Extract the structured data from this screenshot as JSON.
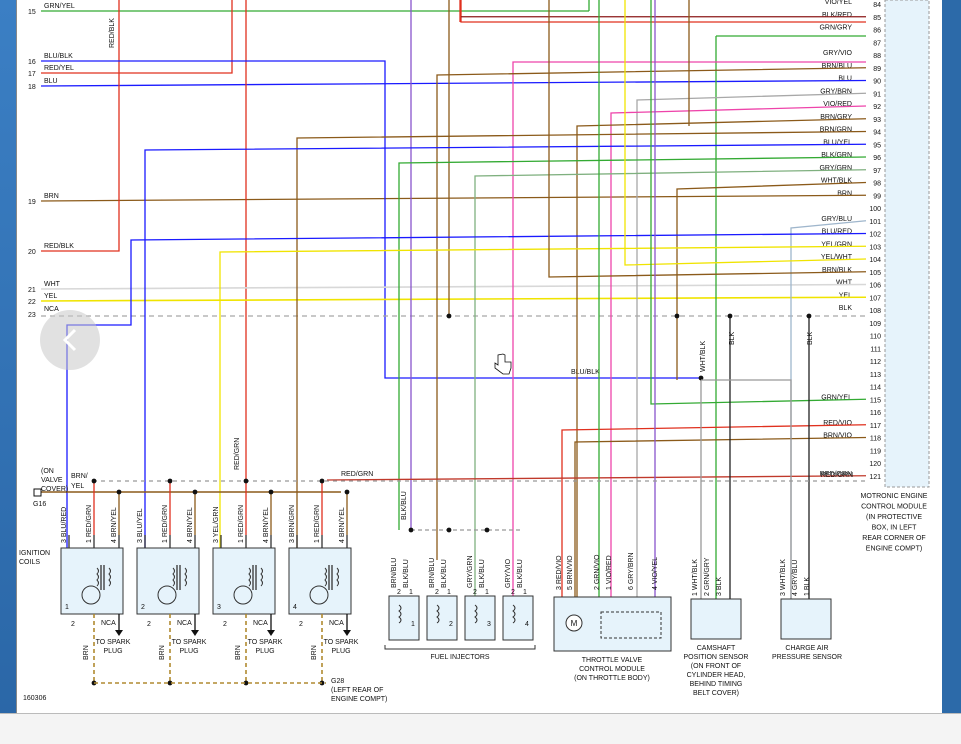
{
  "colors": {
    "red": "#e0301e",
    "redgrn": "#c0392b",
    "blu": "#1a1aff",
    "grn": "#33aa33",
    "yel": "#f0e400",
    "brn": "#8b5a1a",
    "blk": "#222222",
    "vio": "#8855cc",
    "gry": "#a8a8a8",
    "pink": "#ee44aa",
    "wht": "#d8d8d8",
    "grngry": "#22aa66",
    "ecm": "#e6f3fb"
  },
  "ecm": {
    "label": [
      "MOTRONIC ENGINE",
      "CONTROL MODULE",
      "(IN PROTECTIVE",
      "BOX, IN LEFT",
      "REAR CORNER OF",
      "ENGINE COMPT)"
    ],
    "pins": [
      {
        "n": "84",
        "w": "VIO/YEL"
      },
      {
        "n": "85",
        "w": "BLK/RED"
      },
      {
        "n": "86",
        "w": "GRN/GRY"
      },
      {
        "n": "87",
        "w": ""
      },
      {
        "n": "88",
        "w": "GRY/VIO"
      },
      {
        "n": "89",
        "w": "BRN/BLU"
      },
      {
        "n": "90",
        "w": "BLU"
      },
      {
        "n": "91",
        "w": "GRY/BRN"
      },
      {
        "n": "92",
        "w": "VIO/RED"
      },
      {
        "n": "93",
        "w": "BRN/GRY"
      },
      {
        "n": "94",
        "w": "BRN/GRN"
      },
      {
        "n": "95",
        "w": "BLU/YEL"
      },
      {
        "n": "96",
        "w": "BLK/GRN"
      },
      {
        "n": "97",
        "w": "GRY/GRN"
      },
      {
        "n": "98",
        "w": "WHT/BLK"
      },
      {
        "n": "99",
        "w": "BRN"
      },
      {
        "n": "100",
        "w": ""
      },
      {
        "n": "101",
        "w": "GRY/BLU"
      },
      {
        "n": "102",
        "w": "BLU/RED"
      },
      {
        "n": "103",
        "w": "YEL/GRN"
      },
      {
        "n": "104",
        "w": "YEL/WHT"
      },
      {
        "n": "105",
        "w": "BRN/BLK"
      },
      {
        "n": "106",
        "w": "WHT"
      },
      {
        "n": "107",
        "w": "YEL"
      },
      {
        "n": "108",
        "w": "BLK"
      },
      {
        "n": "109",
        "w": ""
      },
      {
        "n": "110",
        "w": ""
      },
      {
        "n": "111",
        "w": ""
      },
      {
        "n": "112",
        "w": ""
      },
      {
        "n": "113",
        "w": ""
      },
      {
        "n": "114",
        "w": ""
      },
      {
        "n": "115",
        "w": "GRN/YEL"
      },
      {
        "n": "116",
        "w": ""
      },
      {
        "n": "117",
        "w": "RED/VIO"
      },
      {
        "n": "118",
        "w": "BRN/VIO"
      },
      {
        "n": "119",
        "w": ""
      },
      {
        "n": "120",
        "w": ""
      },
      {
        "n": "121",
        "w": "RED/GRN"
      }
    ]
  },
  "left_pins": [
    {
      "n": "15",
      "w": "GRN/YEL"
    },
    {
      "n": "16",
      "w": "BLU/BLK"
    },
    {
      "n": "17",
      "w": "RED/YEL"
    },
    {
      "n": "18",
      "w": "BLU"
    },
    {
      "n": "19",
      "w": "BRN"
    },
    {
      "n": "20",
      "w": "RED/BLK"
    },
    {
      "n": "21",
      "w": "WHT"
    },
    {
      "n": "22",
      "w": "YEL"
    },
    {
      "n": "23",
      "w": "NCA"
    }
  ],
  "wire_labels": {
    "red_blk_vertical": "RED/BLK",
    "blu_blk_mid": "BLU/BLK",
    "wht_blk_vertical": "WHT/BLK",
    "blk_vertical_1": "BLK",
    "blk_vertical_2": "BLK",
    "brn_yel": "BRN/\nYEL",
    "red_grn_top": "RED/GRN",
    "red_grn_right": "RED/GRN",
    "on_valve_cover": [
      "(ON",
      "VALVE",
      "COVER)"
    ],
    "g16": "G16",
    "blk_blu_vertical": "BLK/BLU",
    "red_grn_vertical": "RED/GRN"
  },
  "ignition": {
    "title": [
      "IGNITION",
      "COILS"
    ],
    "coils": [
      {
        "num": "1",
        "pins": [
          {
            "p": "3",
            "w": "BLU/RED"
          },
          {
            "p": "1",
            "w": "RED/GRN"
          },
          {
            "p": "4",
            "w": "BRN/YEL"
          }
        ]
      },
      {
        "num": "2",
        "pins": [
          {
            "p": "3",
            "w": "BLU/YEL"
          },
          {
            "p": "1",
            "w": "RED/GRN"
          },
          {
            "p": "4",
            "w": "BRN/YEL"
          }
        ]
      },
      {
        "num": "3",
        "pins": [
          {
            "p": "3",
            "w": "YEL/GRN"
          },
          {
            "p": "1",
            "w": "RED/GRN"
          },
          {
            "p": "4",
            "w": "BRN/YEL"
          }
        ]
      },
      {
        "num": "4",
        "pins": [
          {
            "p": "3",
            "w": "BRN/GRN"
          },
          {
            "p": "1",
            "w": "RED/GRN"
          },
          {
            "p": "4",
            "w": "BRN/YEL"
          }
        ]
      }
    ],
    "bottom_pin": "2",
    "brn": "BRN",
    "nca": "NCA",
    "to_spark": [
      "TO SPARK",
      "PLUG"
    ]
  },
  "g28": [
    "G28",
    "(LEFT REAR OF",
    "ENGINE COMPT)"
  ],
  "injectors": {
    "title": "FUEL INJECTORS",
    "units": [
      {
        "num": "1",
        "w1": "BRN/BLU",
        "w2": "BLK/BLU"
      },
      {
        "num": "2",
        "w1": "BRN/BLU",
        "w2": "BLK/BLU"
      },
      {
        "num": "3",
        "w1": "GRY/GRN",
        "w2": "BLK/BLU"
      },
      {
        "num": "4",
        "w1": "GRY/VIO",
        "w2": "BLK/BLU"
      }
    ],
    "pin_a": "2",
    "pin_b": "1"
  },
  "throttle": {
    "title": [
      "THROTTLE VALVE",
      "CONTROL MODULE",
      "(ON THROTTLE BODY)"
    ],
    "pins": [
      {
        "p": "3",
        "w": "RED/VIO"
      },
      {
        "p": "5",
        "w": "BRN/VIO"
      },
      {
        "p": "2",
        "w": "GRN/VIO"
      },
      {
        "p": "1",
        "w": "VIO/RED"
      },
      {
        "p": "6",
        "w": "GRY/BRN"
      },
      {
        "p": "4",
        "w": "VIO/YEL"
      }
    ]
  },
  "camshaft": {
    "title": [
      "CAMSHAFT",
      "POSITION SENSOR",
      "(ON FRONT OF",
      "CYLINDER HEAD,",
      "BEHIND TIMING",
      "BELT COVER)"
    ],
    "pins": [
      {
        "p": "1",
        "w": "WHT/BLK"
      },
      {
        "p": "2",
        "w": "GRN/GRY"
      },
      {
        "p": "3",
        "w": "BLK"
      }
    ]
  },
  "charge_air": {
    "title": [
      "CHARGE AIR",
      "PRESSURE SENSOR"
    ],
    "pins": [
      {
        "p": "3",
        "w": "WHT/BLK"
      },
      {
        "p": "4",
        "w": "GRY/BLU"
      },
      {
        "p": "1",
        "w": "BLK"
      }
    ]
  },
  "figure_id": "160306"
}
